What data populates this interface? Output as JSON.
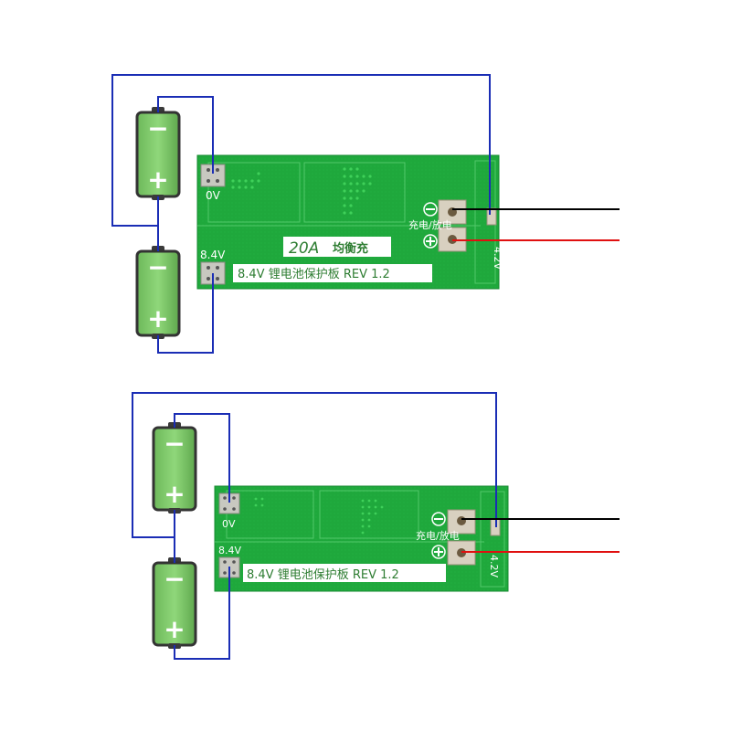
{
  "colors": {
    "background": "#ffffff",
    "wire_blue": "#1a2db5",
    "wire_black": "#000000",
    "wire_red": "#e01010",
    "pcb_green": "#1fa83c",
    "battery_green": "#7ec86a",
    "battery_outline": "#333333"
  },
  "battery": {
    "minus_symbol": "−",
    "plus_symbol": "+"
  },
  "boards": [
    {
      "label_0v": "0V",
      "label_8v": "8.4V",
      "label_42v": "4.2V",
      "badge_rating": "20A",
      "badge_text": "均衡充",
      "title": "8.4V 锂电池保护板 REV 1.2",
      "charge_label": "充电/放电"
    },
    {
      "label_0v": "0V",
      "label_8v": "8.4V",
      "label_42v": "4.2V",
      "title": "8.4V 锂电池保护板 REV 1.2",
      "charge_label": "充电/放电"
    }
  ]
}
